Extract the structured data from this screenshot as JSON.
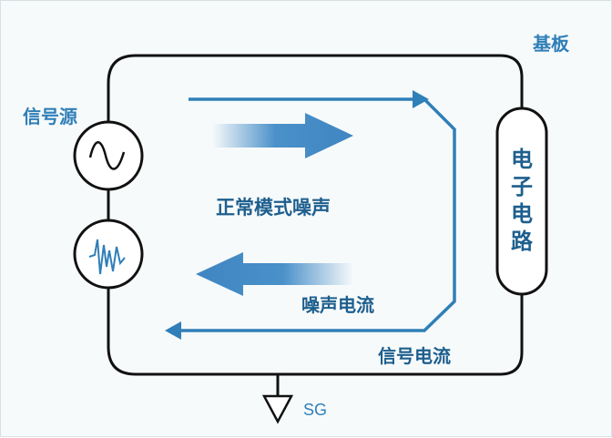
{
  "labels": {
    "substrate": "基板",
    "signal_source": "信号源",
    "electronic_circuit": [
      "电",
      "子",
      "电",
      "路"
    ],
    "normal_mode_noise": "正常模式噪声",
    "noise_current": "噪声电流",
    "signal_current": "信号电流",
    "signal_ground": "SG"
  },
  "colors": {
    "line": "#111111",
    "accent": "#2f7fb8",
    "accent_dark": "#1e5f8e",
    "arrow_fill": "#4a90c9"
  },
  "icons": [
    "sine-wave-icon",
    "noise-wave-icon",
    "ground-symbol-icon"
  ]
}
